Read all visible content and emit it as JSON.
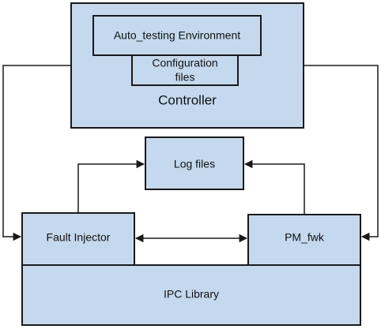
{
  "boxes": {
    "controller": "Controller",
    "auto_testing": "Auto_testing Environment",
    "config_line1": "Configuration",
    "config_line2": "files",
    "log_files": "Log files",
    "fault_injector": "Fault Injector",
    "pm_fwk": "PM_fwk",
    "ipc_library": "IPC Library"
  },
  "colors": {
    "box_fill": "#c5d9ee",
    "stroke": "#1a1a1a",
    "text": "#111111"
  }
}
